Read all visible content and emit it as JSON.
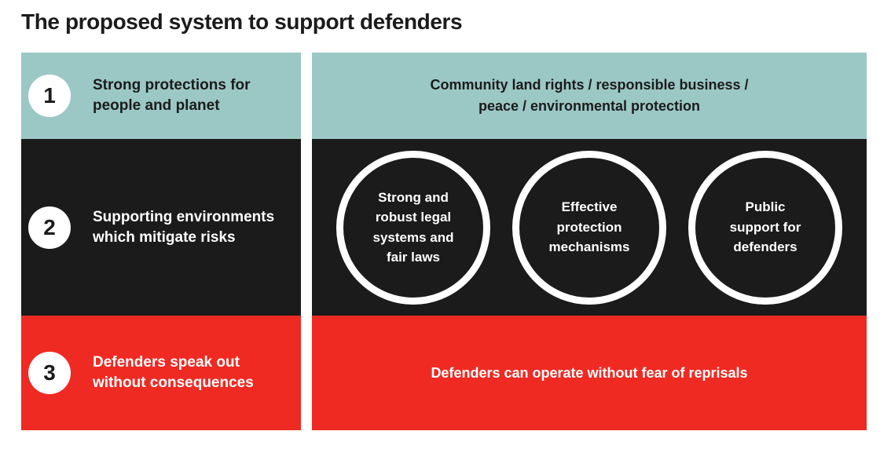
{
  "title": "The proposed system to support defenders",
  "colors": {
    "teal": "#9BC8C5",
    "black": "#1B1B1B",
    "red": "#EE2A23",
    "badge_white": "#FFFFFF"
  },
  "rows": [
    {
      "number": "1",
      "label_lines": [
        "Strong protections for",
        "people and planet"
      ],
      "outcome_lines": [
        "Community land rights / responsible business /",
        "peace / environmental protection"
      ]
    },
    {
      "number": "2",
      "label_lines": [
        "Supporting environments",
        "which mitigate risks"
      ],
      "circles": [
        {
          "lines": [
            "Strong and",
            "robust legal",
            "systems and",
            "fair laws"
          ]
        },
        {
          "lines": [
            "Effective",
            "protection",
            "mechanisms"
          ]
        },
        {
          "lines": [
            "Public",
            "support for",
            "defenders"
          ]
        }
      ]
    },
    {
      "number": "3",
      "label_lines": [
        "Defenders speak out",
        "without consequences"
      ],
      "outcome_lines": [
        "Defenders can operate without fear of reprisals"
      ]
    }
  ]
}
